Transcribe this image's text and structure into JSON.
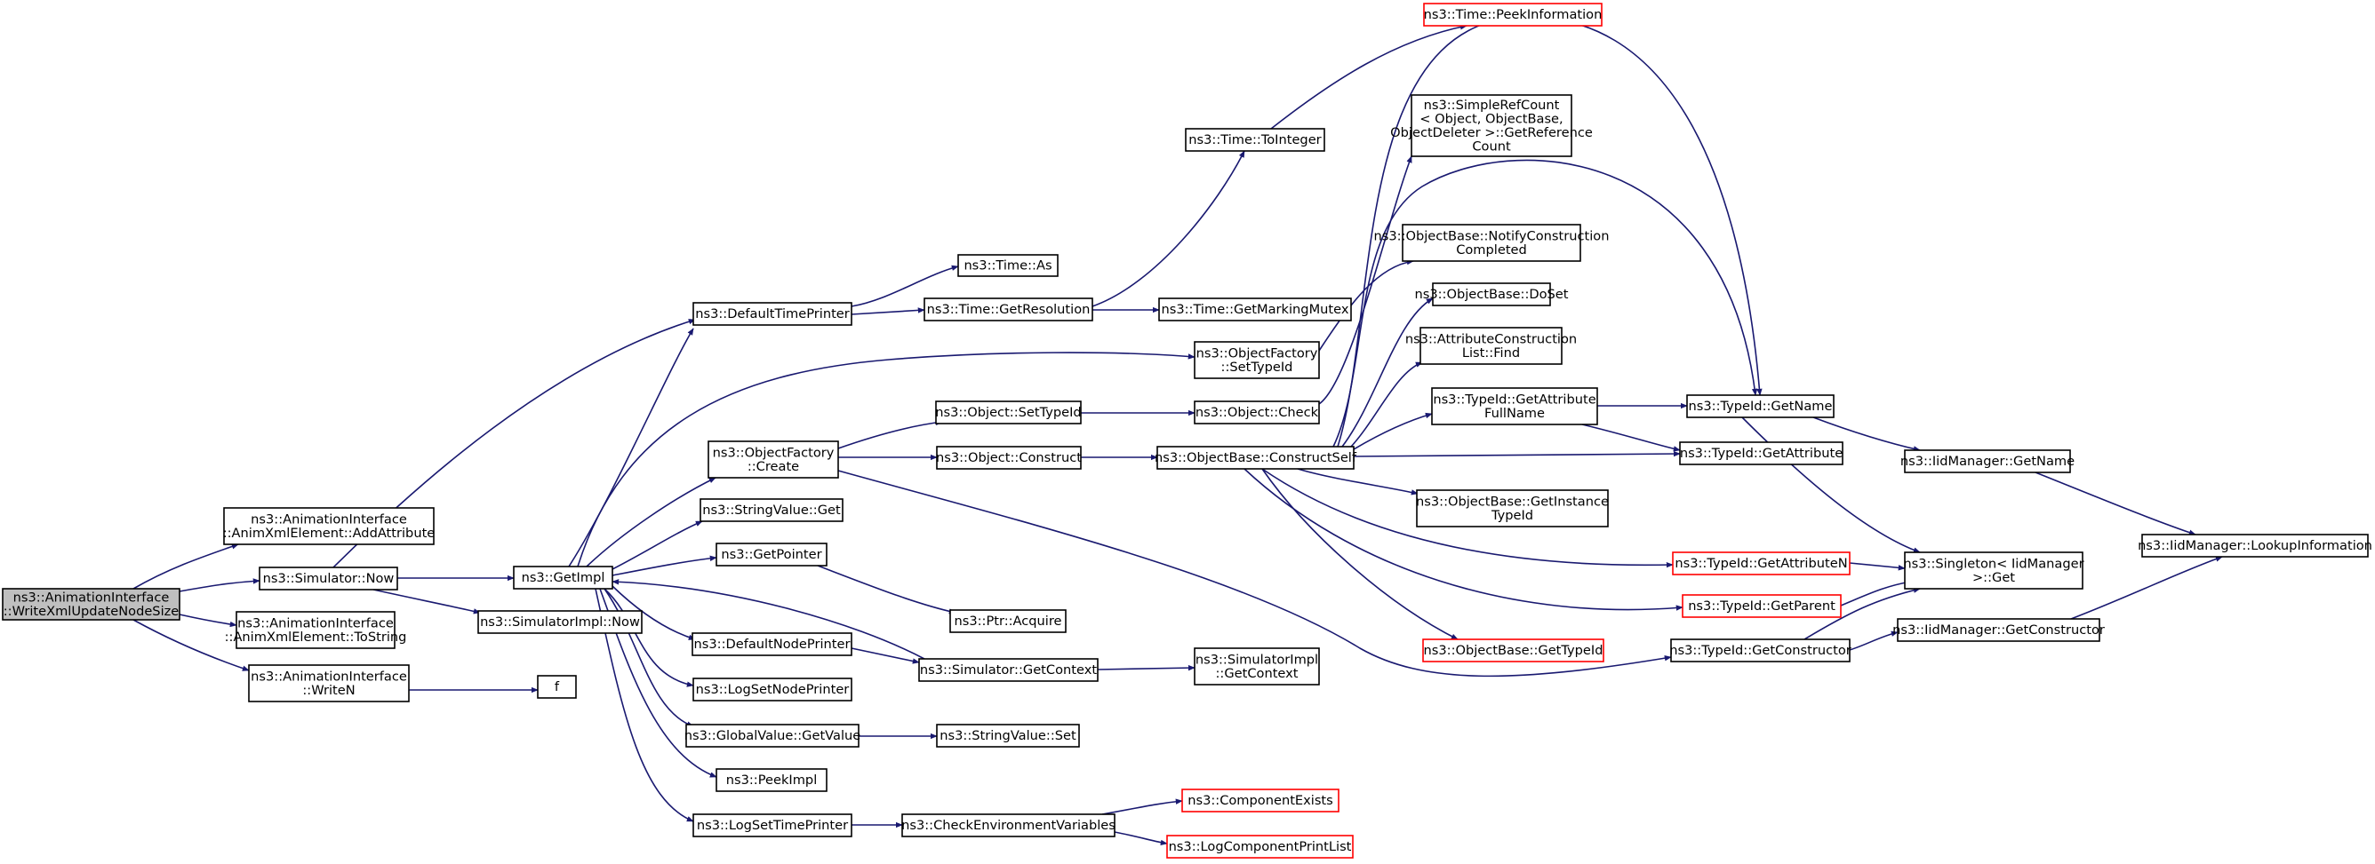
{
  "diagram": {
    "colors": {
      "edge": "#191970",
      "node_border": "#000000",
      "missing_border": "#ff0000",
      "root_fill": "#bfbfbf"
    },
    "nodes": [
      {
        "id": "root",
        "lines": [
          "ns3::AnimationInterface",
          "::WriteXmlUpdateNodeSize"
        ],
        "root": true
      },
      {
        "id": "addattr",
        "lines": [
          "ns3::AnimationInterface",
          "::AnimXmlElement::AddAttribute"
        ]
      },
      {
        "id": "simnow",
        "lines": [
          "ns3::Simulator::Now"
        ]
      },
      {
        "id": "tostring",
        "lines": [
          "ns3::AnimationInterface",
          "::AnimXmlElement::ToString"
        ]
      },
      {
        "id": "writen",
        "lines": [
          "ns3::AnimationInterface",
          "::WriteN"
        ]
      },
      {
        "id": "f",
        "lines": [
          "f"
        ]
      },
      {
        "id": "getimpl",
        "lines": [
          "ns3::GetImpl"
        ]
      },
      {
        "id": "simimplnow",
        "lines": [
          "ns3::SimulatorImpl::Now"
        ]
      },
      {
        "id": "deftimeprinter",
        "lines": [
          "ns3::DefaultTimePrinter"
        ]
      },
      {
        "id": "timeas",
        "lines": [
          "ns3::Time::As"
        ]
      },
      {
        "id": "getres",
        "lines": [
          "ns3::Time::GetResolution"
        ]
      },
      {
        "id": "tointeger",
        "lines": [
          "ns3::Time::ToInteger"
        ]
      },
      {
        "id": "peekinfo",
        "lines": [
          "ns3::Time::PeekInformation"
        ],
        "missing": true
      },
      {
        "id": "getmarkmutex",
        "lines": [
          "ns3::Time::GetMarkingMutex"
        ]
      },
      {
        "id": "objfactsettype",
        "lines": [
          "ns3::ObjectFactory",
          "::SetTypeId"
        ]
      },
      {
        "id": "objfactcreate",
        "lines": [
          "ns3::ObjectFactory",
          "::Create"
        ]
      },
      {
        "id": "objsettype",
        "lines": [
          "ns3::Object::SetTypeId"
        ]
      },
      {
        "id": "objcheck",
        "lines": [
          "ns3::Object::Check"
        ]
      },
      {
        "id": "objconstruct",
        "lines": [
          "ns3::Object::Construct"
        ]
      },
      {
        "id": "constructself",
        "lines": [
          "ns3::ObjectBase::ConstructSelf"
        ]
      },
      {
        "id": "strvalget",
        "lines": [
          "ns3::StringValue::Get"
        ]
      },
      {
        "id": "getpointer",
        "lines": [
          "ns3::GetPointer"
        ]
      },
      {
        "id": "ptracquire",
        "lines": [
          "ns3::Ptr::Acquire"
        ]
      },
      {
        "id": "defnodeprinter",
        "lines": [
          "ns3::DefaultNodePrinter"
        ]
      },
      {
        "id": "simgetctx",
        "lines": [
          "ns3::Simulator::GetContext"
        ]
      },
      {
        "id": "simimplgetctx",
        "lines": [
          "ns3::SimulatorImpl",
          "::GetContext"
        ]
      },
      {
        "id": "logsetnode",
        "lines": [
          "ns3::LogSetNodePrinter"
        ]
      },
      {
        "id": "globalgetvalue",
        "lines": [
          "ns3::GlobalValue::GetValue"
        ]
      },
      {
        "id": "strvalset",
        "lines": [
          "ns3::StringValue::Set"
        ]
      },
      {
        "id": "peekimpl",
        "lines": [
          "ns3::PeekImpl"
        ]
      },
      {
        "id": "logsettime",
        "lines": [
          "ns3::LogSetTimePrinter"
        ]
      },
      {
        "id": "checkenv",
        "lines": [
          "ns3::CheckEnvironmentVariables"
        ]
      },
      {
        "id": "compexists",
        "lines": [
          "ns3::ComponentExists"
        ],
        "missing": true
      },
      {
        "id": "logcompprint",
        "lines": [
          "ns3::LogComponentPrintList"
        ],
        "missing": true
      },
      {
        "id": "refcount",
        "lines": [
          "ns3::SimpleRefCount",
          "< Object, ObjectBase,",
          "ObjectDeleter >::GetReference",
          "Count"
        ]
      },
      {
        "id": "notifyconstr",
        "lines": [
          "ns3::ObjectBase::NotifyConstruction",
          "Completed"
        ]
      },
      {
        "id": "doset",
        "lines": [
          "ns3::ObjectBase::DoSet"
        ]
      },
      {
        "id": "attrfind",
        "lines": [
          "ns3::AttributeConstruction",
          "List::Find"
        ]
      },
      {
        "id": "getattrfull",
        "lines": [
          "ns3::TypeId::GetAttribute",
          "FullName"
        ]
      },
      {
        "id": "getinsttype",
        "lines": [
          "ns3::ObjectBase::GetInstance",
          "TypeId"
        ]
      },
      {
        "id": "getattrn",
        "lines": [
          "ns3::TypeId::GetAttributeN"
        ],
        "missing": true
      },
      {
        "id": "getparent",
        "lines": [
          "ns3::TypeId::GetParent"
        ],
        "missing": true
      },
      {
        "id": "objbasegettype",
        "lines": [
          "ns3::ObjectBase::GetTypeId"
        ],
        "missing": true
      },
      {
        "id": "getconstructor",
        "lines": [
          "ns3::TypeId::GetConstructor"
        ]
      },
      {
        "id": "typeidgetname",
        "lines": [
          "ns3::TypeId::GetName"
        ]
      },
      {
        "id": "typeidgetattr",
        "lines": [
          "ns3::TypeId::GetAttribute"
        ]
      },
      {
        "id": "iidgetname",
        "lines": [
          "ns3::IidManager::GetName"
        ]
      },
      {
        "id": "singletonget",
        "lines": [
          "ns3::Singleton< IidManager",
          ">::Get"
        ]
      },
      {
        "id": "iidgetconstr",
        "lines": [
          "ns3::IidManager::GetConstructor"
        ]
      },
      {
        "id": "lookupinfo",
        "lines": [
          "ns3::IidManager::LookupInformation"
        ]
      }
    ]
  }
}
